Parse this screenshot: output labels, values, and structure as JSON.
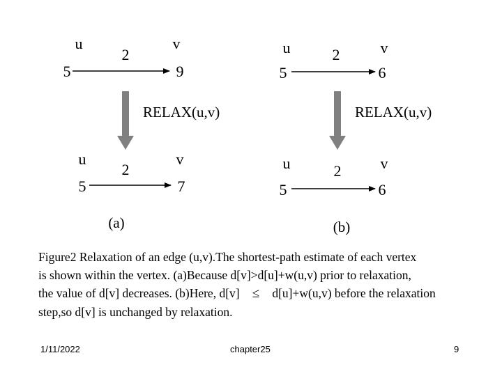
{
  "diagram_a": {
    "before": {
      "u_label": "u",
      "v_label": "v",
      "u_value": "5",
      "v_value": "9",
      "weight": "2"
    },
    "operation": "RELAX(u,v)",
    "after": {
      "u_label": "u",
      "v_label": "v",
      "u_value": "5",
      "v_value": "7",
      "weight": "2"
    },
    "caption_label": "(a)"
  },
  "diagram_b": {
    "before": {
      "u_label": "u",
      "v_label": "v",
      "u_value": "5",
      "v_value": "6",
      "weight": "2"
    },
    "operation": "RELAX(u,v)",
    "after": {
      "u_label": "u",
      "v_label": "v",
      "u_value": "5",
      "v_value": "6",
      "weight": "2"
    },
    "caption_label": "(b)"
  },
  "caption": {
    "part1": "Figure2 Relaxation of an edge (u,v).The shortest-path estimate of each vertex\nis shown within the vertex. (a)Because d[v]>d[u]+w(u,v) prior to relaxation,\nthe value of d[v] decreases. (b)Here, d[v] ",
    "leq_symbol": "≤",
    "part2": " d[u]+w(u,v) before the relaxation\nstep,so d[v] is unchanged by relaxation."
  },
  "footer": {
    "date": "1/11/2022",
    "center": "chapter25",
    "page": "9"
  },
  "colors": {
    "arrow_gray": "#808080",
    "edge": "#000000"
  }
}
